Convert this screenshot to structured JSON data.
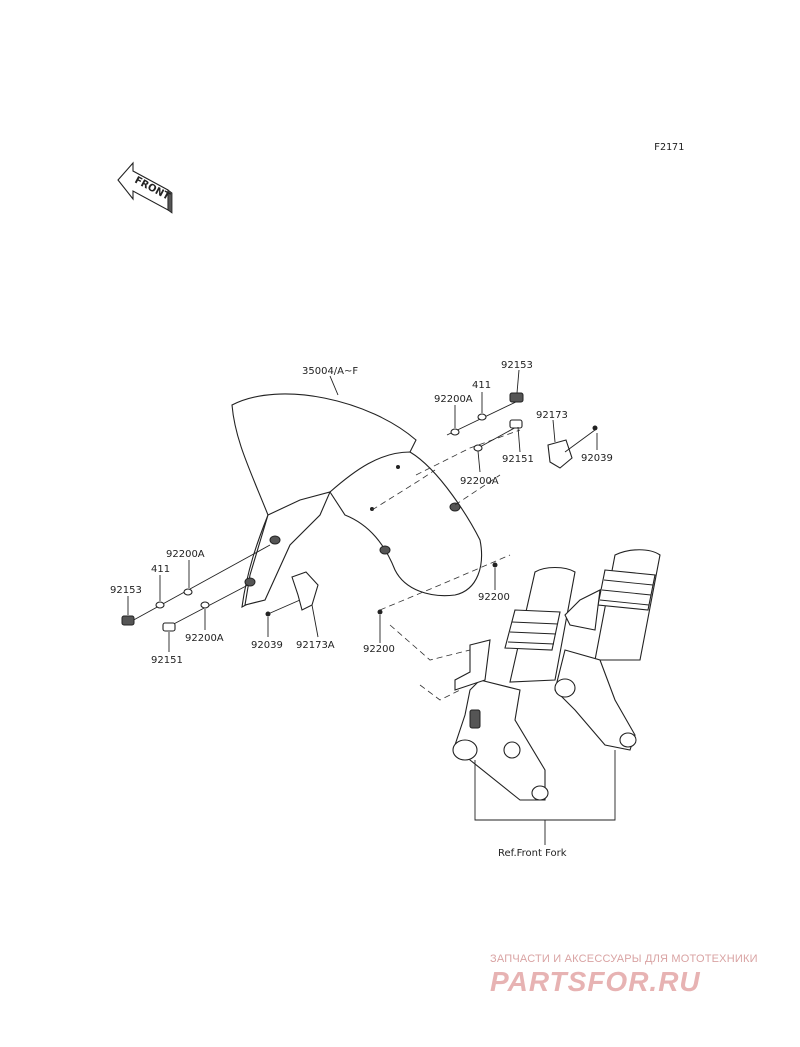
{
  "diagram_code": "F2171",
  "front_arrow_label": "FRONT",
  "callouts": {
    "fender": "35004/A~F",
    "bolt_right_top": "92153",
    "washer_411_right": "411",
    "washer_92200A_right_top": "92200A",
    "clamp_right": "92173",
    "screw_right": "92039",
    "bolt_right_lower": "92151",
    "washer_92200A_right_lower": "92200A",
    "washer_92200_right": "92200",
    "washer_92200A_left_top": "92200A",
    "washer_411_left": "411",
    "bolt_left_top": "92153",
    "washer_92200A_left_lower": "92200A",
    "bolt_left_lower": "92151",
    "screw_left": "92039",
    "clamp_left": "92173A",
    "washer_92200_left": "92200",
    "fork_ref": "Ref.Front Fork"
  },
  "watermark": {
    "tagline": "ЗАПЧАСТИ И АКСЕССУАРЫ ДЛЯ МОТОТЕХНИКИ",
    "logo": "PARTSFOR.RU"
  }
}
